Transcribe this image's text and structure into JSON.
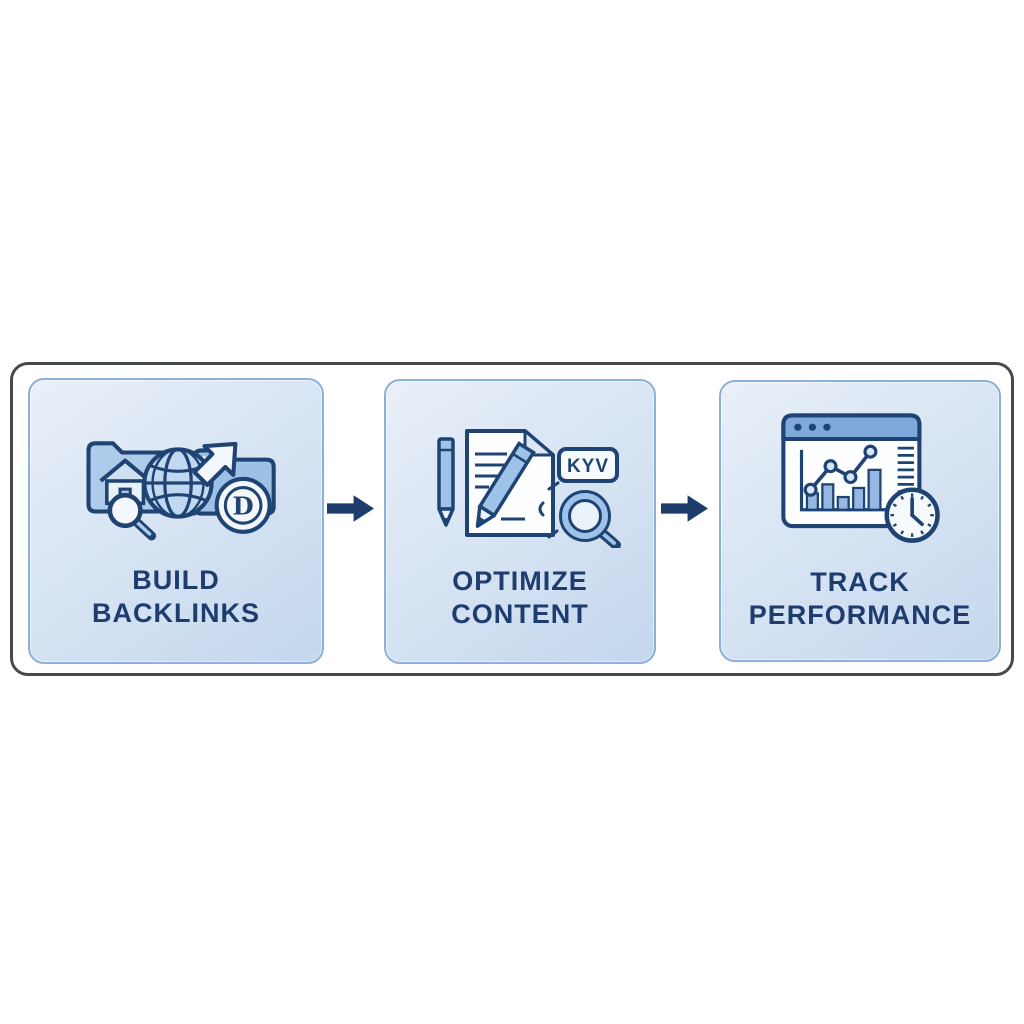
{
  "diagram": {
    "steps": [
      {
        "label_line1": "BUILD",
        "label_line2": "BACKLINKS",
        "icon_badge_letter": "D"
      },
      {
        "label_line1": "OPTIMIZE",
        "label_line2": "CONTENT",
        "icon_tag_text": "KYV"
      },
      {
        "label_line1": "TRACK",
        "label_line2": "PERFORMANCE"
      }
    ],
    "colors": {
      "box_fill_light": "#e9f0f9",
      "box_fill_dark": "#c4d7ee",
      "box_border": "#8cb0d8",
      "icon_outline": "#1f4474",
      "icon_fill": "#9fc2e8",
      "arrow": "#1c3c6b",
      "label_text": "#1e3c6d",
      "frame_border": "#474a4d",
      "background": "#ffffff"
    }
  }
}
